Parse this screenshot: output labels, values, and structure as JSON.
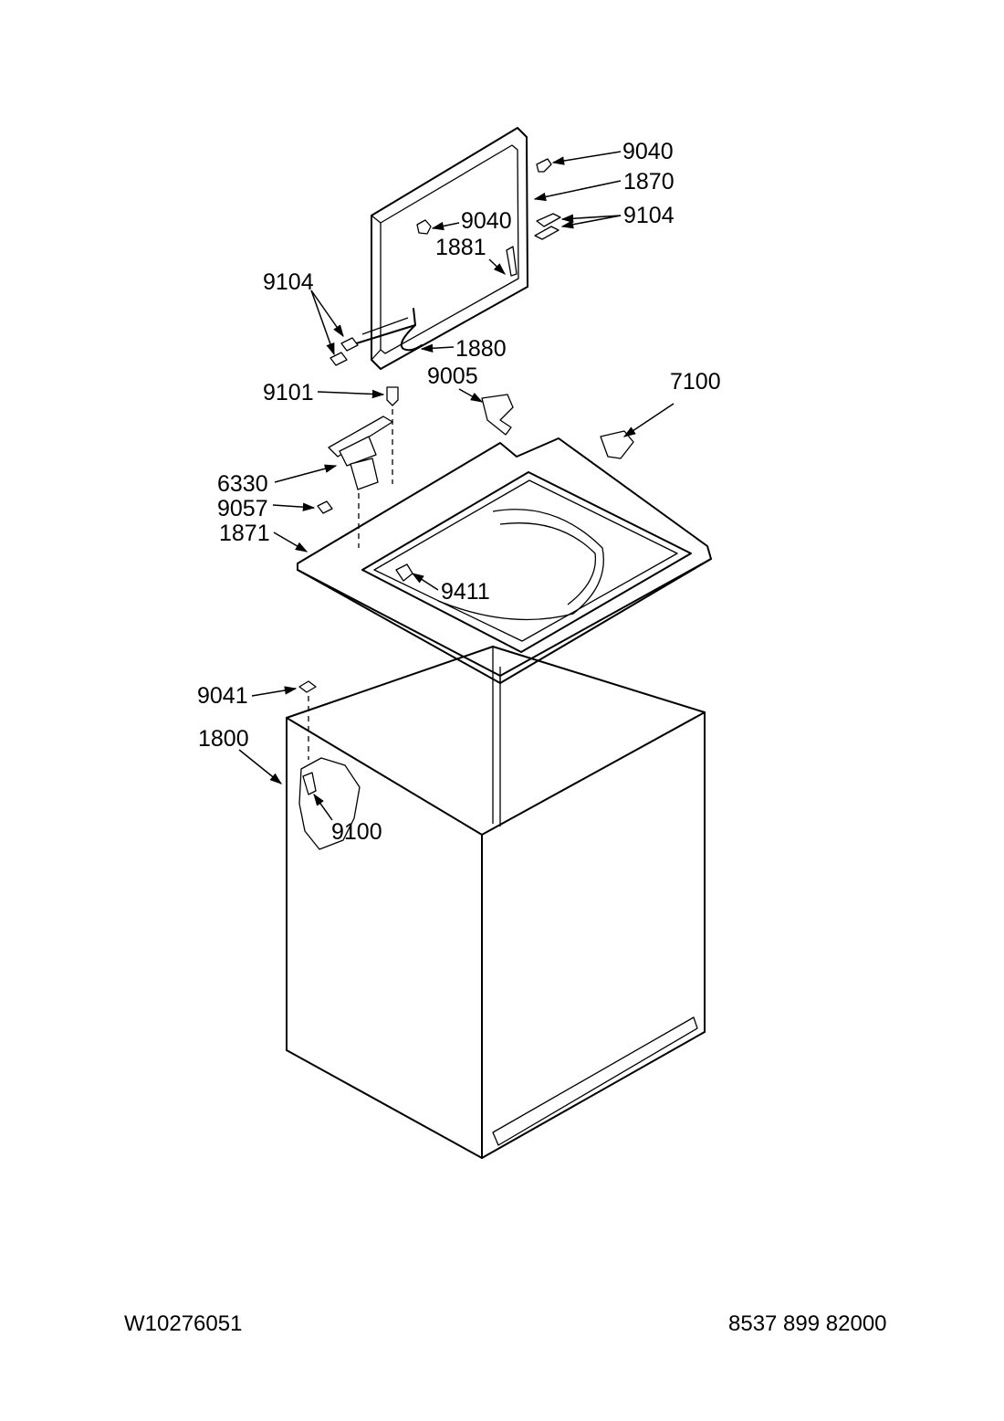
{
  "callouts": {
    "c9040a": "9040",
    "c1870": "1870",
    "c9040b": "9040",
    "c9104a": "9104",
    "c1881": "1881",
    "c9104b": "9104",
    "c1880": "1880",
    "c9101": "9101",
    "c9005": "9005",
    "c7100": "7100",
    "c6330": "6330",
    "c9057": "9057",
    "c1871": "1871",
    "c9411": "9411",
    "c9041": "9041",
    "c1800": "1800",
    "c9100": "9100"
  },
  "footer": {
    "doc_number": "W10276051",
    "part_number": "8537 899 82000"
  }
}
